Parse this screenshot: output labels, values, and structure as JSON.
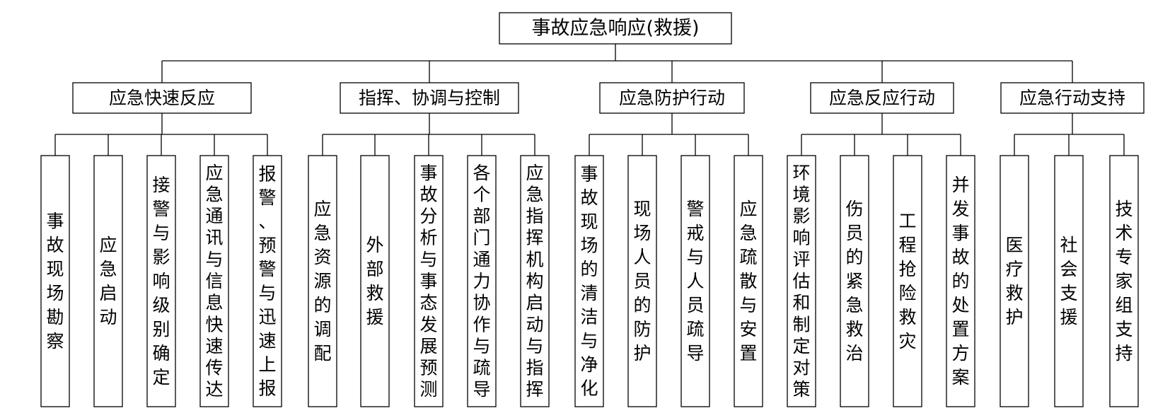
{
  "diagram": {
    "root": "事故应急响应(救援)",
    "categories": [
      {
        "label": "应急快速反应",
        "children": [
          "事故现场勘察",
          "应急启动",
          "接警与影响级别确定",
          "应急通讯与信息快速传达",
          "报警、预警与迅速上报"
        ]
      },
      {
        "label": "指挥、协调与控制",
        "children": [
          "应急资源的调配",
          "外部救援",
          "事故分析与事态发展预测",
          "各个部门通力协作与疏导",
          "应急指挥机构启动与指挥"
        ]
      },
      {
        "label": "应急防护行动",
        "children": [
          "事故现场的清洁与净化",
          "现场人员的防护",
          "警戒与人员疏导",
          "应急疏散与安置"
        ]
      },
      {
        "label": "应急反应行动",
        "children": [
          "环境影响评估和制定对策",
          "伤员的紧急救治",
          "工程抢险救灾",
          "并发事故的处置方案"
        ]
      },
      {
        "label": "应急行动支持",
        "children": [
          "医疗救护",
          "社会支援",
          "技术专家组支持"
        ]
      }
    ]
  }
}
